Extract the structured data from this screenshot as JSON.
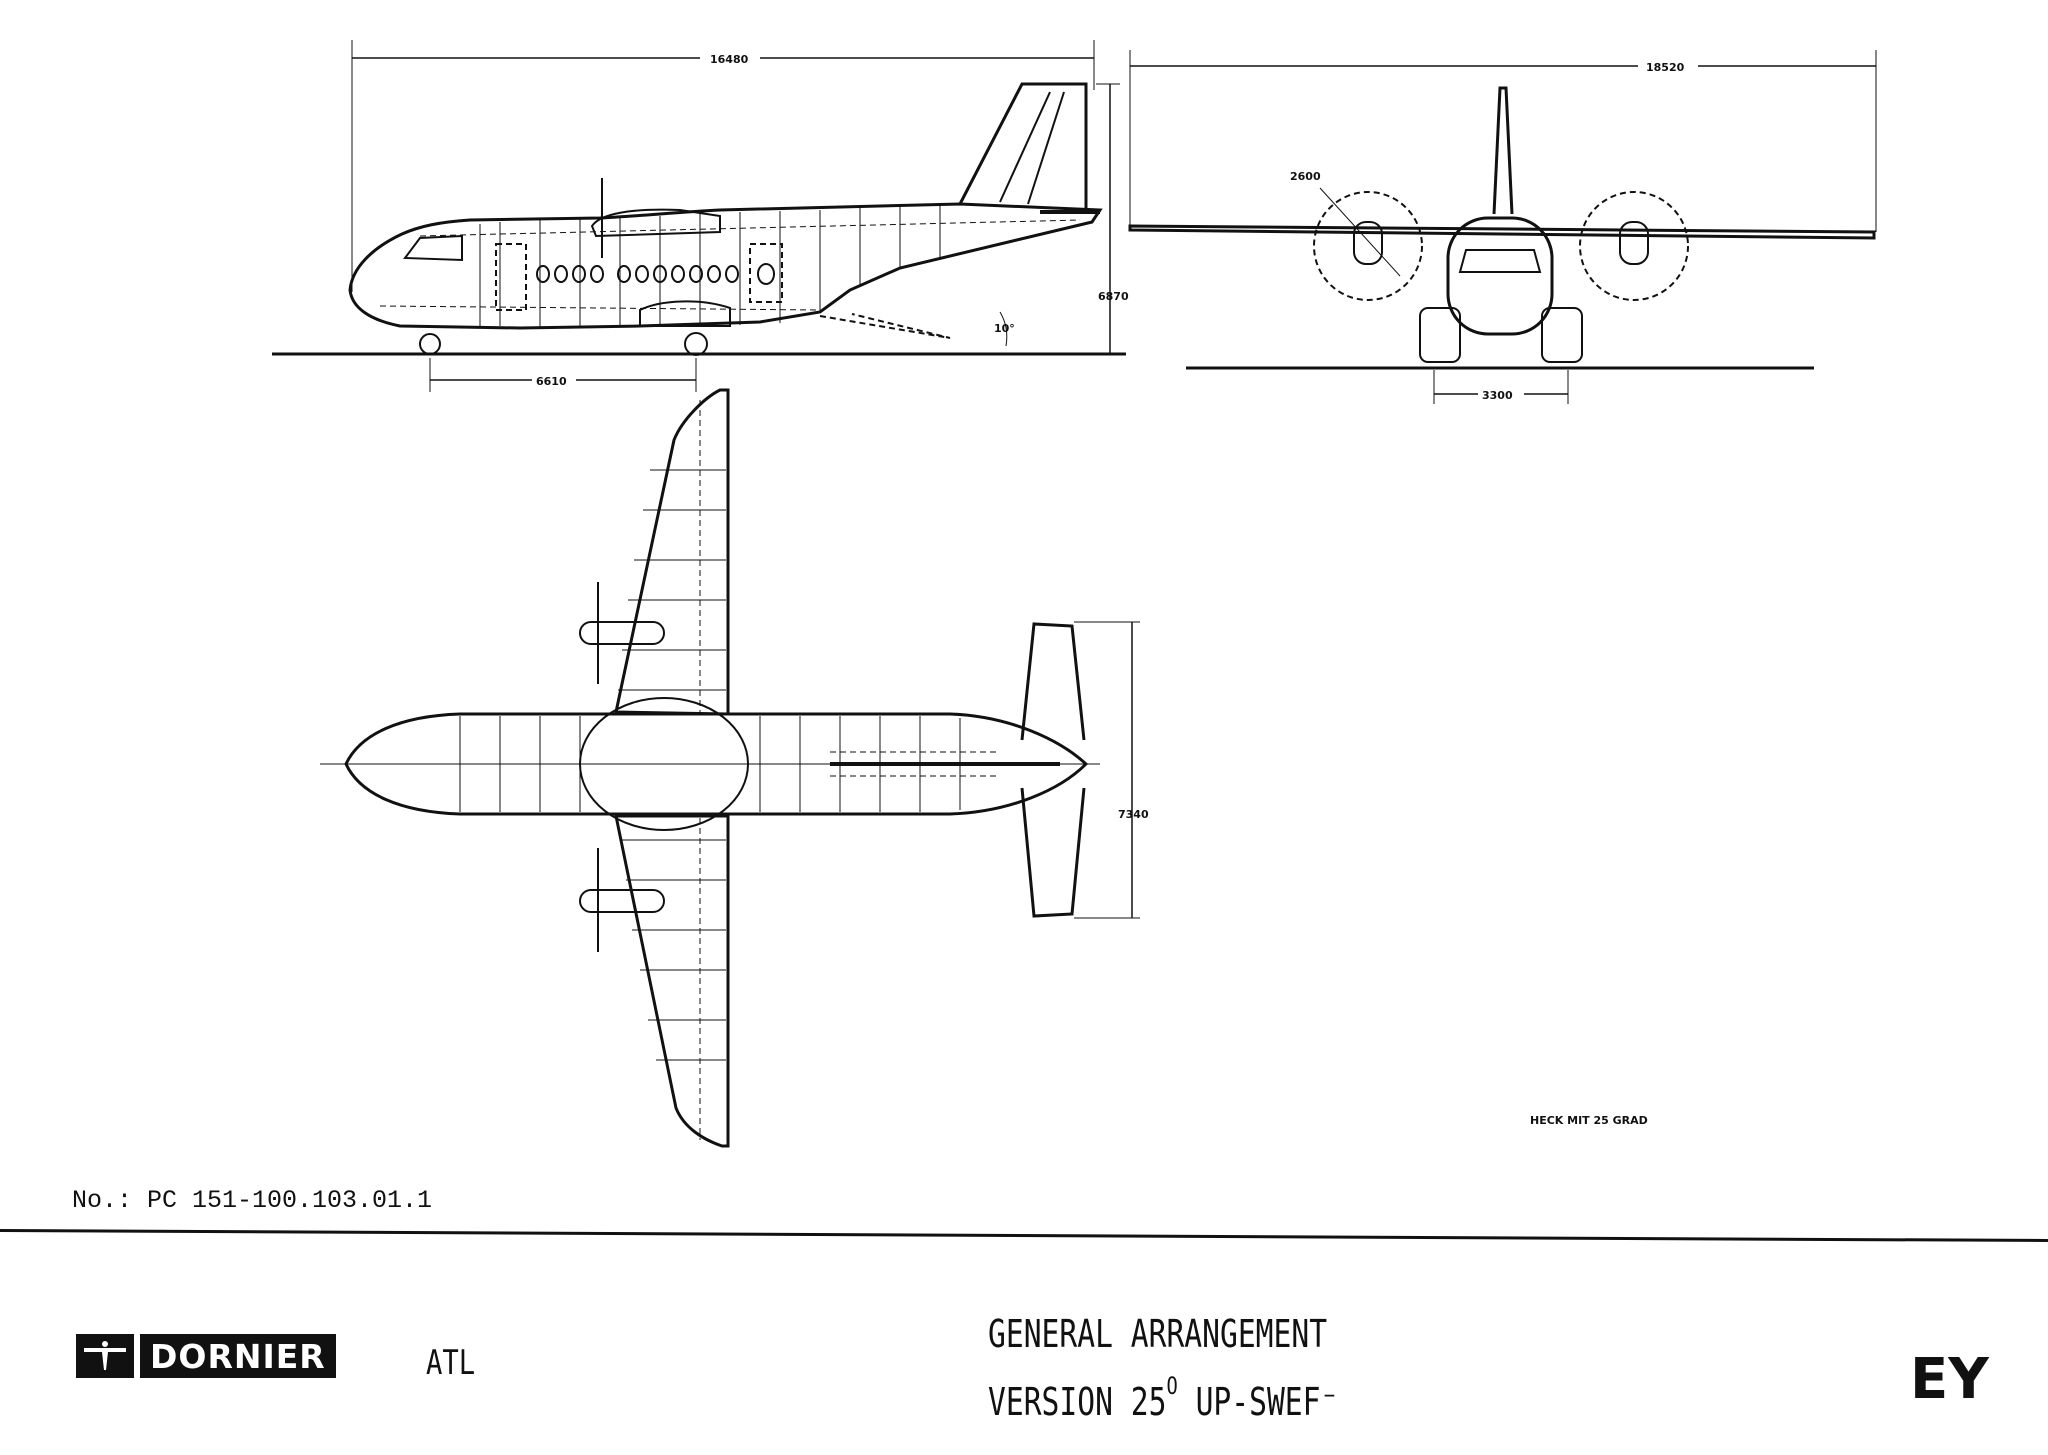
{
  "drawing": {
    "dimensions": {
      "side_length": "16480",
      "span": "18520",
      "height": "6870",
      "wheelbase": "6610",
      "tail_angle": "10°",
      "prop_diameter": "2600",
      "track": "3300",
      "tailplane_span": "7340"
    },
    "note": "HECK MIT 25 GRAD"
  },
  "footer": {
    "document_number": "No.: PC 151-100.103.01.1",
    "brand": "DORNIER",
    "product": "ATL",
    "title_line1": "GENERAL ARRANGEMENT",
    "title_line2_prefix": "VERSION 25",
    "title_line2_sup": "O",
    "title_line2_suffix": " UP-SWEF⁻",
    "sheet_code": "EY"
  },
  "colors": {
    "ink": "#111111",
    "paper": "#ffffff"
  }
}
